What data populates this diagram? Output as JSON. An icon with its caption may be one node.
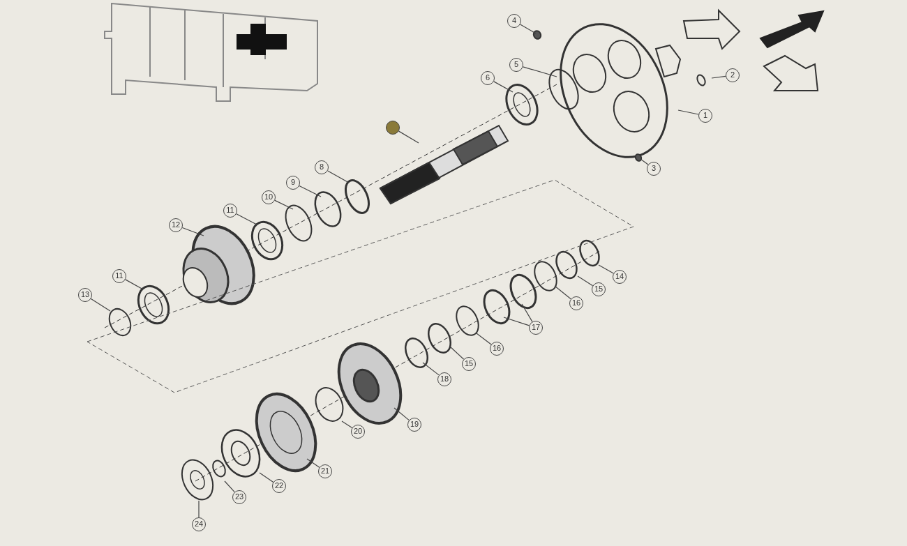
{
  "diagram": {
    "nodes": [
      {
        "text": [
          "4"
        ]
      },
      {
        "text": [
          "5"
        ]
      },
      {
        "text": [
          "6"
        ]
      },
      {
        "text": [
          "2"
        ]
      },
      {
        "text": [
          "1"
        ]
      },
      {
        "text": [],
        "shape": "circle"
      },
      {
        "text": [
          "3"
        ]
      },
      {
        "text": [
          "8"
        ]
      },
      {
        "text": [
          "9"
        ]
      },
      {
        "text": [
          "10"
        ]
      },
      {
        "text": [
          "11"
        ]
      },
      {
        "text": [
          "12"
        ]
      },
      {
        "text": [
          "11"
        ]
      },
      {
        "text": [
          "13"
        ]
      },
      {
        "text": [
          "14"
        ]
      },
      {
        "text": [
          "15"
        ]
      },
      {
        "text": [
          "16"
        ]
      },
      {
        "text": [
          "17"
        ]
      },
      {
        "text": [
          "16"
        ]
      },
      {
        "text": [
          "15"
        ]
      },
      {
        "text": [
          "18"
        ]
      },
      {
        "text": [
          "19"
        ]
      },
      {
        "text": [
          "20"
        ]
      },
      {
        "text": [
          "21"
        ]
      },
      {
        "text": [
          "22"
        ]
      },
      {
        "text": [
          "23"
        ]
      },
      {
        "text": [
          "24"
        ]
      }
    ],
    "edges": [
      {
        "from": 0,
        "to": null,
        "arrow": "none"
      },
      {
        "from": 1,
        "to": null,
        "arrow": "none"
      },
      {
        "from": 2,
        "to": null,
        "arrow": "none"
      },
      {
        "from": 3,
        "to": null,
        "arrow": "none"
      },
      {
        "from": 4,
        "to": null,
        "arrow": "none"
      },
      {
        "from": 5,
        "to": null,
        "arrow": "none"
      },
      {
        "from": 6,
        "to": null,
        "arrow": "none"
      },
      {
        "from": 7,
        "to": null,
        "arrow": "none"
      },
      {
        "from": 8,
        "to": null,
        "arrow": "none"
      },
      {
        "from": 9,
        "to": null,
        "arrow": "none"
      },
      {
        "from": 10,
        "to": null,
        "arrow": "none"
      },
      {
        "from": 11,
        "to": null,
        "arrow": "none"
      },
      {
        "from": 12,
        "to": null,
        "arrow": "none"
      },
      {
        "from": 13,
        "to": null,
        "arrow": "none"
      },
      {
        "from": 14,
        "to": null,
        "arrow": "none"
      },
      {
        "from": 15,
        "to": null,
        "arrow": "none"
      },
      {
        "from": 16,
        "to": null,
        "arrow": "none"
      },
      {
        "from": 17,
        "to": null,
        "arrow": "none"
      },
      {
        "from": 17,
        "to": null,
        "arrow": "none"
      },
      {
        "from": 18,
        "to": null,
        "arrow": "none"
      },
      {
        "from": 19,
        "to": null,
        "arrow": "none"
      },
      {
        "from": 20,
        "to": null,
        "arrow": "none"
      },
      {
        "from": 21,
        "to": null,
        "arrow": "none"
      },
      {
        "from": 22,
        "to": null,
        "arrow": "none"
      },
      {
        "from": 23,
        "to": null,
        "arrow": "none"
      },
      {
        "from": 24,
        "to": null,
        "arrow": "none"
      },
      {
        "from": 25,
        "to": null,
        "arrow": "none"
      },
      {
        "from": 26,
        "to": null,
        "arrow": "none"
      }
    ]
  }
}
